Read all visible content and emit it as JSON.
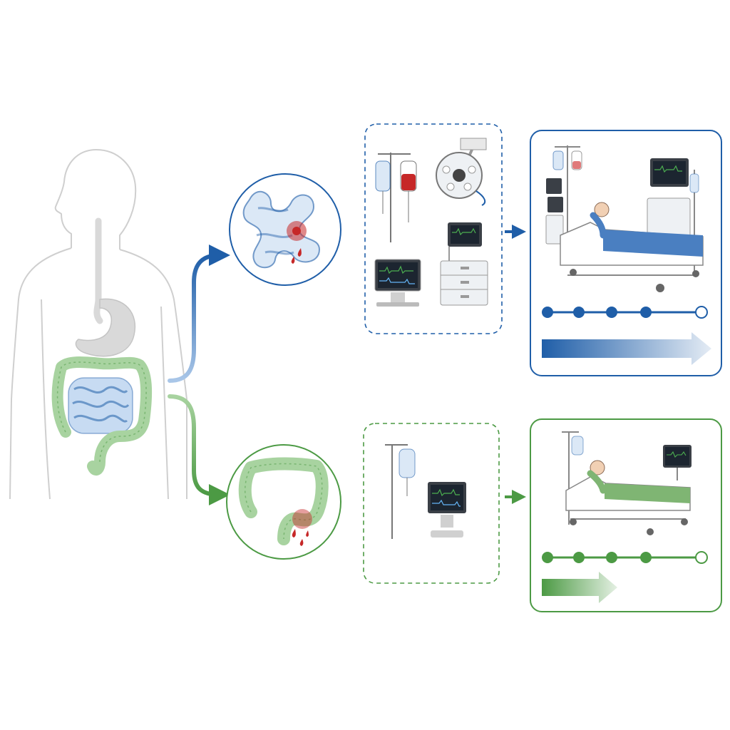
{
  "colors": {
    "background": "#ffffff",
    "body_outline": "#cfcfcf",
    "stomach_gray": "#d9d9d9",
    "blue_accent": "#1f5ea8",
    "blue_light": "#a9c6e8",
    "blue_fill": "#dbe8f6",
    "green_accent": "#4c9a44",
    "green_light": "#a8d3a0",
    "green_fill": "#e3f1df",
    "bleed_red": "#c62828"
  },
  "nodes": {
    "body": {
      "icon": "human-body-digestive-tract-icon"
    },
    "upper_path": {
      "color_key": "blue",
      "bowel_icon": "small-intestine-bleeding-icon",
      "equipment": [
        "iv-drip-clear-icon",
        "blood-transfusion-bag-icon",
        "surgical-lamp-icon",
        "vital-signs-monitor-icon",
        "ecg-cart-icon"
      ],
      "ward_icon": "intensive-care-bed-icon",
      "timeline_filled": 4,
      "timeline_total": 5
    },
    "lower_path": {
      "color_key": "green",
      "bowel_icon": "colon-bleeding-icon",
      "equipment": [
        "iv-drip-icon",
        "patient-monitor-icon"
      ],
      "ward_icon": "general-ward-bed-icon",
      "timeline_filled": 4,
      "timeline_total": 5
    }
  }
}
